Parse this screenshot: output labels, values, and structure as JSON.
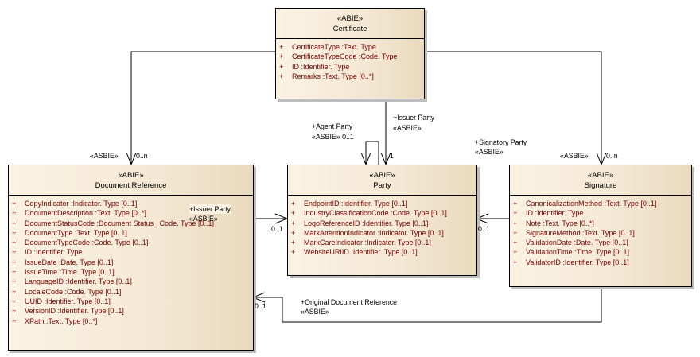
{
  "classes": {
    "certificate": {
      "stereotype": "«ABIE»",
      "name": "Certificate",
      "attributes": [
        {
          "visibility": "+",
          "text": "CertificateType  :Text. Type"
        },
        {
          "visibility": "+",
          "text": "CertificateTypeCode  :Code. Type"
        },
        {
          "visibility": "+",
          "text": "ID  :Identifier. Type"
        },
        {
          "visibility": "+",
          "text": "Remarks  :Text. Type [0..*]"
        }
      ]
    },
    "document_reference": {
      "stereotype": "«ABIE»",
      "name": "Document Reference",
      "attributes": [
        {
          "visibility": "+",
          "text": "CopyIndicator  :Indicator. Type [0..1]"
        },
        {
          "visibility": "+",
          "text": "DocumentDescription  :Text. Type [0..*]"
        },
        {
          "visibility": "+",
          "text": "DocumentStatusCode  :Document Status_ Code. Type [0..1]"
        },
        {
          "visibility": "+",
          "text": "DocumentType  :Text. Type [0..1]"
        },
        {
          "visibility": "+",
          "text": "DocumentTypeCode  :Code. Type [0..1]"
        },
        {
          "visibility": "+",
          "text": "ID  :Identifier. Type"
        },
        {
          "visibility": "+",
          "text": "IssueDate  :Date. Type [0..1]"
        },
        {
          "visibility": "+",
          "text": "IssueTime  :Time. Type [0..1]"
        },
        {
          "visibility": "+",
          "text": "LanguageID  :Identifier. Type [0..1]"
        },
        {
          "visibility": "+",
          "text": "LocaleCode  :Code. Type [0..1]"
        },
        {
          "visibility": "+",
          "text": "UUID  :Identifier. Type [0..1]"
        },
        {
          "visibility": "+",
          "text": "VersionID  :Identifier. Type [0..1]"
        },
        {
          "visibility": "+",
          "text": "XPath  :Text. Type [0..*]"
        }
      ]
    },
    "party": {
      "stereotype": "«ABIE»",
      "name": "Party",
      "attributes": [
        {
          "visibility": "+",
          "text": "EndpointID  :Identifier. Type [0..1]"
        },
        {
          "visibility": "+",
          "text": "IndustryClassificationCode  :Code. Type [0..1]"
        },
        {
          "visibility": "+",
          "text": "LogoReferenceID  :Identifier. Type [0..1]"
        },
        {
          "visibility": "+",
          "text": "MarkAttentionIndicator  :Indicator. Type [0..1]"
        },
        {
          "visibility": "+",
          "text": "MarkCareIndicator  :Indicator. Type [0..1]"
        },
        {
          "visibility": "+",
          "text": "WebsiteURIID  :Identifier. Type [0..1]"
        }
      ]
    },
    "signature": {
      "stereotype": "«ABIE»",
      "name": "Signature",
      "attributes": [
        {
          "visibility": "+",
          "text": "CanonicalizationMethod  :Text. Type [0..1]"
        },
        {
          "visibility": "+",
          "text": "ID  :Identifier. Type"
        },
        {
          "visibility": "+",
          "text": "Note  :Text. Type [0..*]"
        },
        {
          "visibility": "+",
          "text": "SignatureMethod  :Text. Type [0..1]"
        },
        {
          "visibility": "+",
          "text": "ValidationDate  :Date. Type [0..1]"
        },
        {
          "visibility": "+",
          "text": "ValidationTime  :Time. Type [0..1]"
        },
        {
          "visibility": "+",
          "text": "ValidatorID  :Identifier. Type [0..1]"
        }
      ]
    }
  },
  "associations": {
    "cert_docref": {
      "stereotype": "«ASBIE»",
      "multiplicity": "0..n"
    },
    "cert_signature": {
      "stereotype": "«ASBIE»",
      "multiplicity": "0..n"
    },
    "cert_party": {
      "role": "+Issuer Party",
      "stereotype": "«ASBIE»",
      "multiplicity": "1"
    },
    "party_agent": {
      "role": "+Agent Party",
      "stereotype": "«ASBIE» 0..1"
    },
    "signature_party": {
      "role": "+Signatory Party",
      "stereotype": "«ASBIE»",
      "multiplicity": "0..1"
    },
    "docref_party": {
      "role": "+Issuer Party",
      "stereotype": "«ASBIE»",
      "multiplicity": "0..1"
    },
    "signature_docref": {
      "role": "+Original Document Reference",
      "stereotype": "«ASBIE»",
      "multiplicity": "0..1"
    }
  }
}
